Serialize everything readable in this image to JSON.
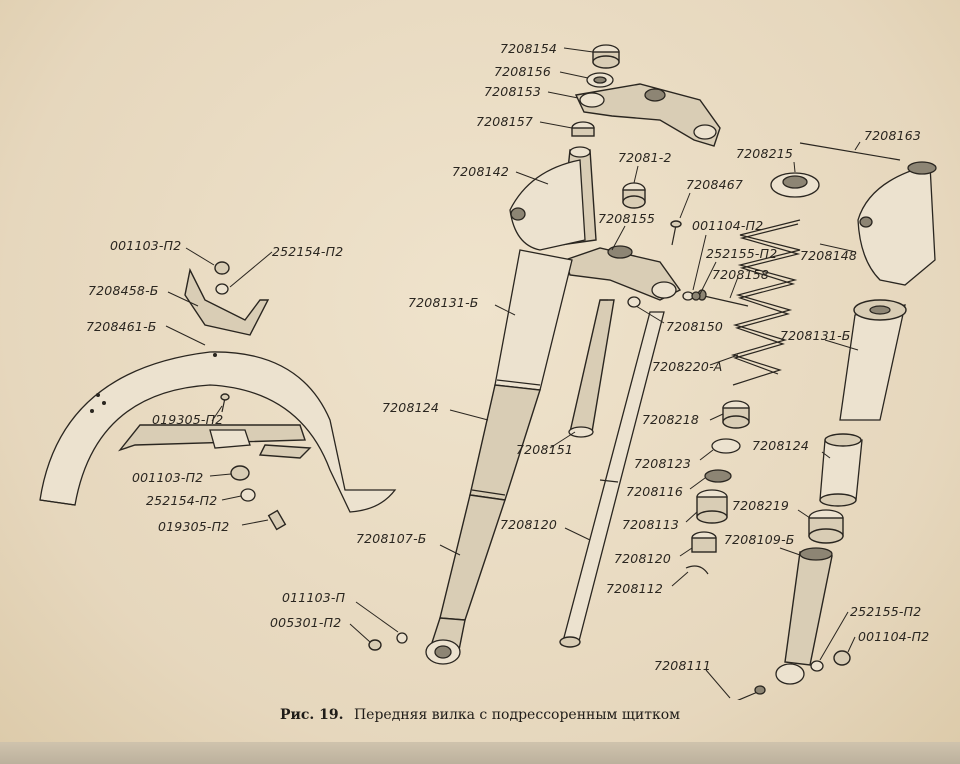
{
  "caption": {
    "figure": "Рис. 19.",
    "text": "Передняя вилка с подрессоренным щитком"
  },
  "parts": {
    "p7208154": "7208154",
    "p7208156": "7208156",
    "p7208153": "7208153",
    "p7208157": "7208157",
    "p7208142": "7208142",
    "p72081_2": "72081-2",
    "p7208215": "7208215",
    "p7208163": "7208163",
    "p7208467": "7208467",
    "p7208155": "7208155",
    "p001104_p2_top": "001104-П2",
    "p252155_p2_top": "252155-П2",
    "p7208158": "7208158",
    "p7208148": "7208148",
    "p7208131_b_left": "7208131-Б",
    "p7208150": "7208150",
    "p7208220_a": "7208220-А",
    "p7208131_b_right": "7208131-Б",
    "p7208124_left": "7208124",
    "p7208218": "7208218",
    "p7208151": "7208151",
    "p7208123": "7208123",
    "p7208124_right": "7208124",
    "p7208116": "7208116",
    "p7208219": "7208219",
    "p7208113": "7208113",
    "p7208120_center": "7208120",
    "p7208109_b": "7208109-Б",
    "p7208120_right": "7208120",
    "p7208112": "7208112",
    "p7208107_b": "7208107-Б",
    "p001103_p2_top": "001103-П2",
    "p252154_p2_top": "252154-П2",
    "p7208458_b": "7208458-Б",
    "p7208461_b": "7208461-Б",
    "p019305_p2_inner": "019305-П2",
    "p001103_p2_low": "001103-П2",
    "p252154_p2_low": "252154-П2",
    "p019305_p2_low": "019305-П2",
    "p011103_p": "011103-П",
    "p005301_p2": "005301-П2",
    "p252155_p2_low": "252155-П2",
    "p001104_p2_low": "001104-П2",
    "p7208111": "7208111"
  }
}
